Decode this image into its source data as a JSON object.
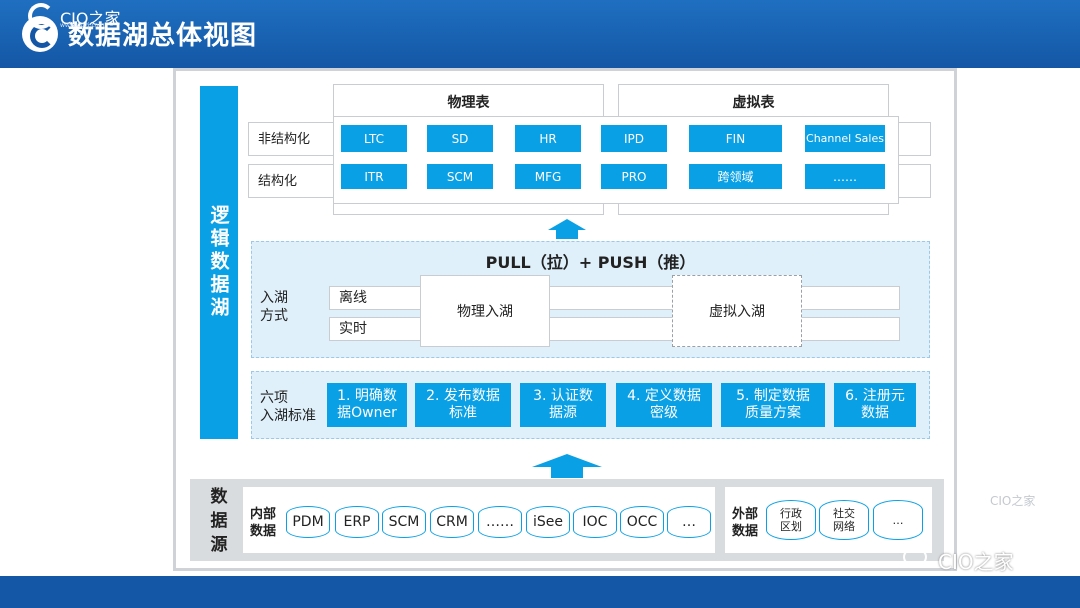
{
  "header": {
    "title": "数据湖总体视图"
  },
  "footer": {
    "brand": "CIO之家",
    "url": "www.ciozj.com"
  },
  "watermark": {
    "brand": "CIO之家",
    "wechat": "CIO之家"
  },
  "logical_lake": {
    "label": "逻辑数据湖"
  },
  "tables": {
    "physical": "物理表",
    "virtual": "虚拟表",
    "rows": [
      {
        "label": "非结构化",
        "items": [
          "LTC",
          "SD",
          "HR",
          "IPD",
          "FIN",
          "Channel Sales"
        ]
      },
      {
        "label": "结构化",
        "items": [
          "ITR",
          "SCM",
          "MFG",
          "PRO",
          "跨领域",
          "……"
        ]
      }
    ]
  },
  "ingestion": {
    "title": "PULL（拉）+ PUSH（推）",
    "label_line1": "入湖",
    "label_line2": "方式",
    "offline": "离线",
    "realtime": "实时",
    "physical_in": "物理入湖",
    "virtual_in": "虚拟入湖"
  },
  "standards": {
    "label_line1": "六项",
    "label_line2": "入湖标准",
    "items": [
      {
        "line1": "1. 明确数",
        "line2": "据Owner"
      },
      {
        "line1": "2. 发布数据",
        "line2": "标准"
      },
      {
        "line1": "3. 认证数",
        "line2": "据源"
      },
      {
        "line1": "4. 定义数据",
        "line2": "密级"
      },
      {
        "line1": "5. 制定数据",
        "line2": "质量方案"
      },
      {
        "line1": "6. 注册元",
        "line2": "数据"
      }
    ]
  },
  "sources": {
    "label": "数据源",
    "internal_line1": "内部",
    "internal_line2": "数据",
    "internal": [
      "PDM",
      "ERP",
      "SCM",
      "CRM",
      "……",
      "iSee",
      "IOC",
      "OCC",
      "…"
    ],
    "external_line1": "外部",
    "external_line2": "数据",
    "external": [
      {
        "line1": "行政",
        "line2": "区划"
      },
      {
        "line1": "社交",
        "line2": "网络"
      },
      {
        "line1": "…",
        "line2": ""
      }
    ]
  },
  "colors": {
    "header": "#1457a6",
    "accent": "#0aa0e5",
    "panel": "#dff0fb",
    "gray": "#d9dcdf"
  }
}
